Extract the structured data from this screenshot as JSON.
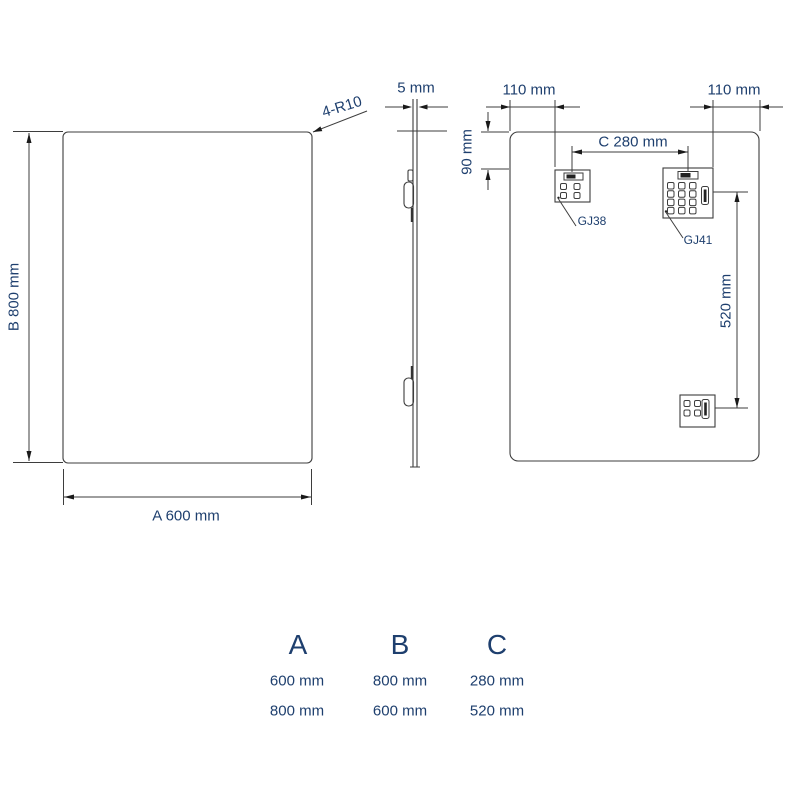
{
  "drawing": {
    "front_view": {
      "height_label": "B 800 mm",
      "width_label": "A 600 mm",
      "corner_radius_label": "4-R10"
    },
    "side_view": {
      "thickness_label": "5 mm"
    },
    "back_view": {
      "left_offset_label": "110 mm",
      "right_offset_label": "110 mm",
      "top_offset_label": "90 mm",
      "bracket_spacing_label": "C 280 mm",
      "vertical_spacing_label": "520 mm",
      "small_bracket_label": "GJ38",
      "large_bracket_label": "GJ41"
    },
    "colors": {
      "label_text": "#1e3f6e",
      "line": "#3d3d3d"
    }
  },
  "size_table": {
    "headers": [
      "A",
      "B",
      "C"
    ],
    "rows": [
      [
        "600 mm",
        "800 mm",
        "280 mm"
      ],
      [
        "800 mm",
        "600 mm",
        "520 mm"
      ]
    ]
  }
}
